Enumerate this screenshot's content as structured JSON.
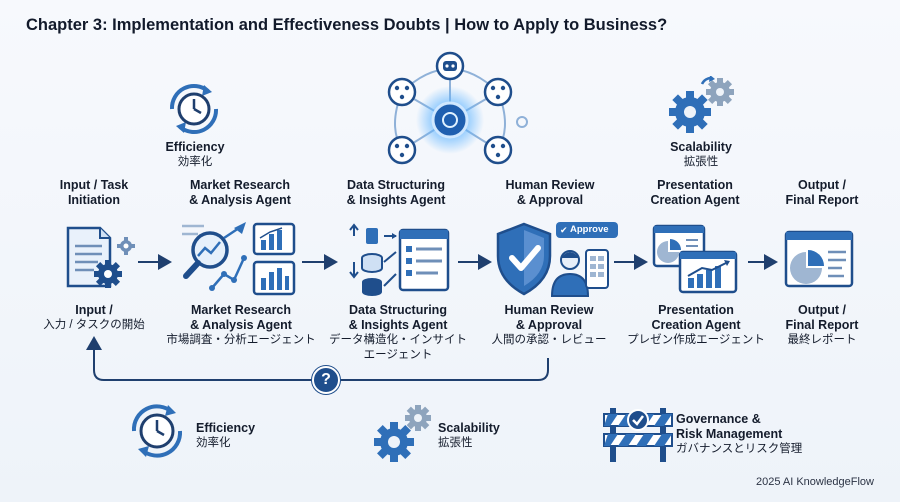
{
  "title": "Chapter 3: Implementation and Effectiveness Doubts | How to Apply to Business?",
  "top_badges": {
    "efficiency": {
      "en": "Efficiency",
      "jp": "効率化"
    },
    "scalability": {
      "en": "Scalability",
      "jp": "拡張性"
    }
  },
  "steps": [
    {
      "top_line1": "Input / Task",
      "top_line2": "Initiation",
      "bottom_line1": "Input /",
      "bottom_line2": "入力 / タスクの開始",
      "bottom_line3": ""
    },
    {
      "top_line1": "Market Research",
      "top_line2": "& Analysis Agent",
      "bottom_line1": "Market Research",
      "bottom_line2": "& Analysis Agent",
      "bottom_line3": "市場調査・分析エージェント"
    },
    {
      "top_line1": "Data Structuring",
      "top_line2": "& Insights Agent",
      "bottom_line1": "Data Structuring",
      "bottom_line2": "& Insights Agent",
      "bottom_line3": "データ構造化・インサイト",
      "bottom_line4": "エージェント"
    },
    {
      "top_line1": "Human Review",
      "top_line2": "& Approval",
      "bottom_line1": "Human Review",
      "bottom_line2": "& Approval",
      "bottom_line3": "人間の承認・レビュー"
    },
    {
      "top_line1": "Presentation",
      "top_line2": "Creation Agent",
      "bottom_line1": "Presentation",
      "bottom_line2": "Creation Agent",
      "bottom_line3": "プレゼン作成エージェント"
    },
    {
      "top_line1": "Output /",
      "top_line2": "Final Report",
      "bottom_line1": "Output /",
      "bottom_line2": "Final Report",
      "bottom_line3": "最終レポート"
    }
  ],
  "approve_badge": "Approve",
  "feedback_symbol": "?",
  "legend": {
    "efficiency": {
      "en": "Efficiency",
      "jp": "効率化"
    },
    "scalability": {
      "en": "Scalability",
      "jp": "拡張性"
    },
    "governance": {
      "en1": "Governance &",
      "en2": "Risk Management",
      "jp": "ガバナンスとリスク管理"
    }
  },
  "footer": "2025 AI KnowledgeFlow",
  "colors": {
    "primary": "#1f4e8c",
    "accent": "#2f6fb8",
    "light": "#cfe0f4",
    "glow": "#5fb4ff"
  }
}
